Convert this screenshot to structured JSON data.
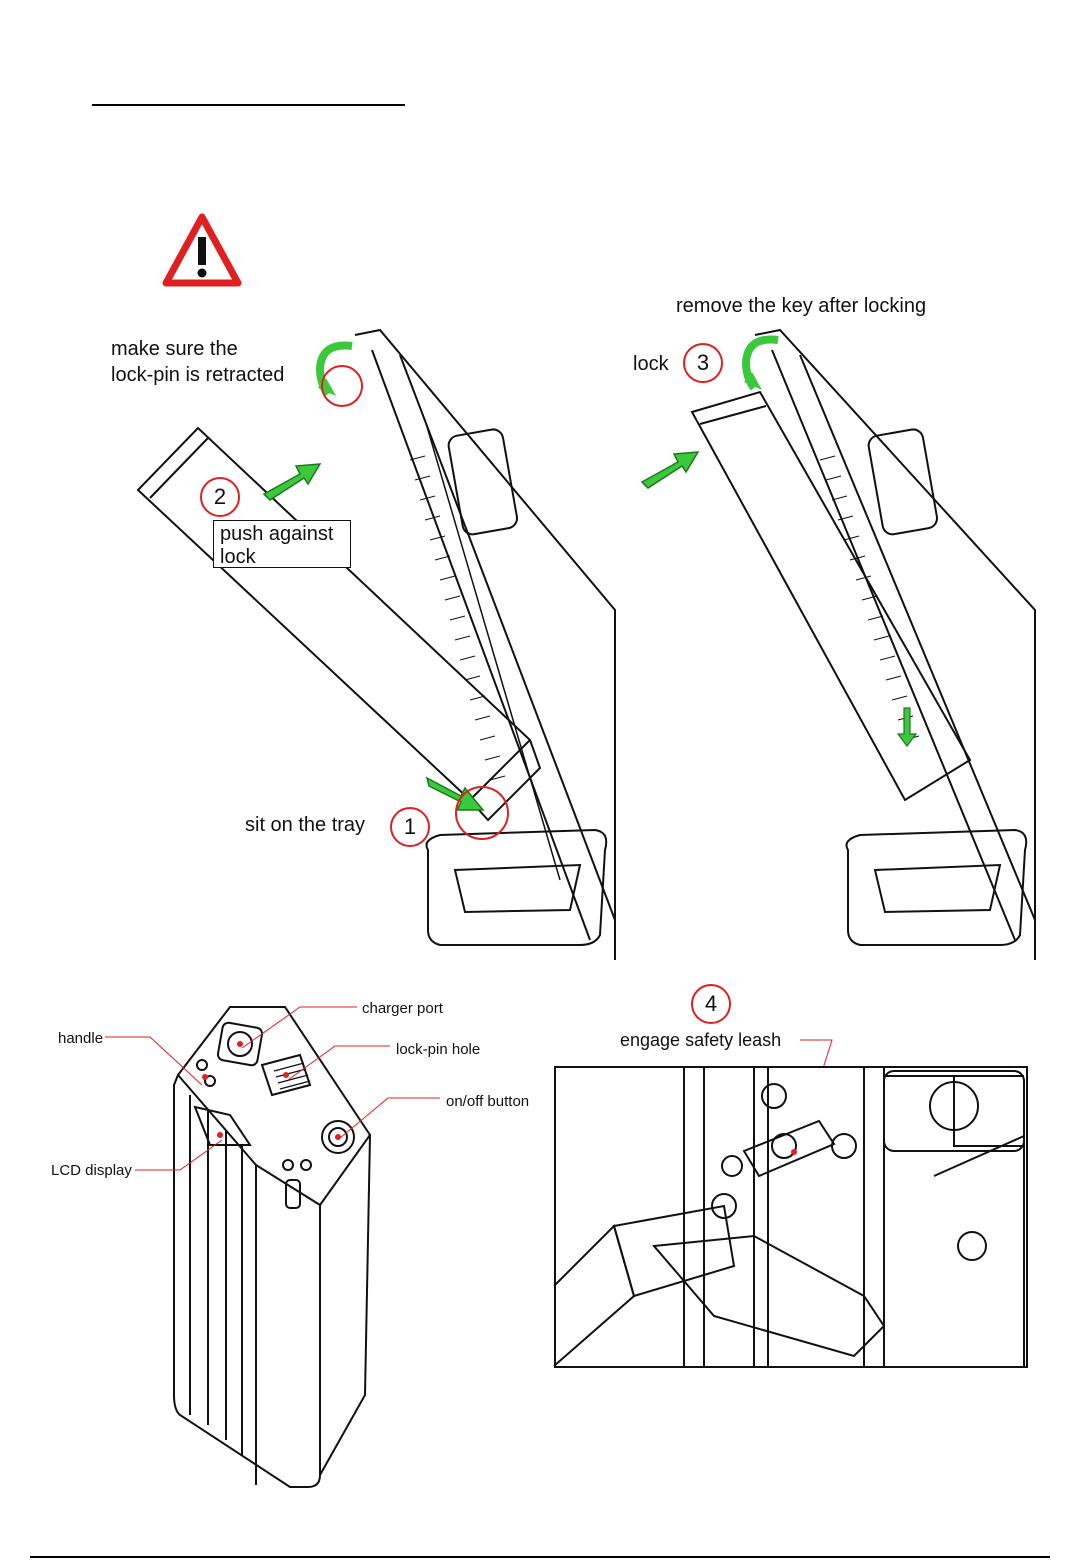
{
  "labels": {
    "lockpin_1": "make sure the",
    "lockpin_2": "lock-pin is retracted",
    "remove_key": "remove the key after locking",
    "lock": "lock",
    "push_1": "push against",
    "push_2": "lock",
    "sit_tray": "sit on the tray",
    "charger_port": "charger port",
    "handle": "handle",
    "lockpin_hole": "lock-pin hole",
    "onoff": "on/off button",
    "lcd": "LCD display",
    "safety_leash": "engage safety leash"
  },
  "steps": {
    "s1": "1",
    "s2": "2",
    "s3": "3",
    "s4": "4"
  },
  "colors": {
    "warning_red": "#e02020",
    "arrow_green": "#3cc83c",
    "line": "#111111"
  },
  "icons": {
    "warning": "warning-triangle-icon",
    "arrow": "green-arrow-icon",
    "rotate": "rotate-arrow-icon"
  }
}
